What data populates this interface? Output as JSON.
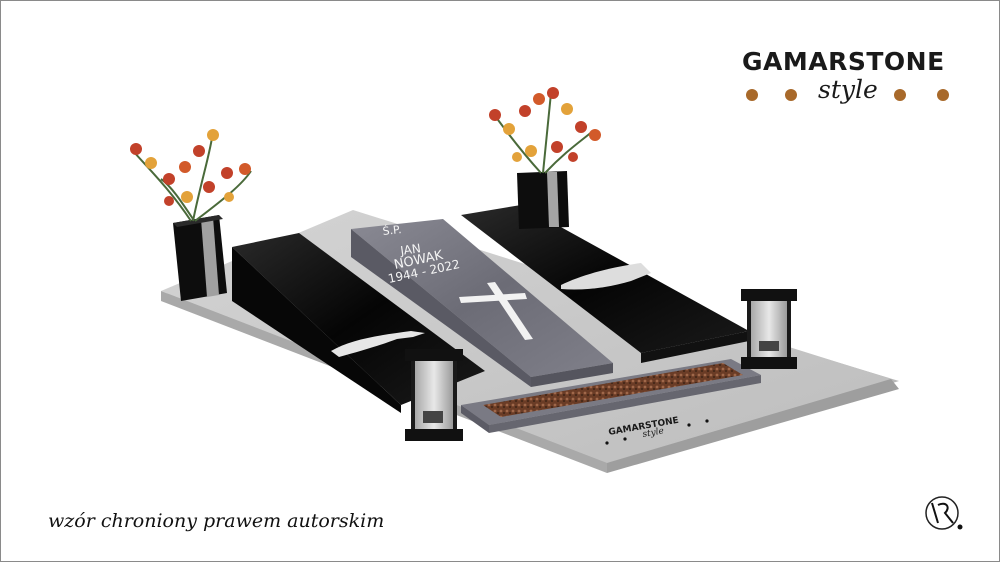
{
  "brand": {
    "name": "GAMARSTONE",
    "tagline": "style",
    "dot_color": "#a8692a"
  },
  "inscription": {
    "prefix": "Ś.P.",
    "first_name": "JAN",
    "last_name": "NOWAK",
    "dates": "1944 - 2022"
  },
  "base_engraving": {
    "name": "GAMARSTONE",
    "tagline": "style"
  },
  "footer": {
    "copyright": "wzór chroniony prawem autorskim"
  },
  "colors": {
    "base_granite": "#c8c8c8",
    "black_granite": "#0c0c0c",
    "central_slab": "#6e6e78",
    "flowers": "#c2412a",
    "gravel": "#7a4a30"
  }
}
